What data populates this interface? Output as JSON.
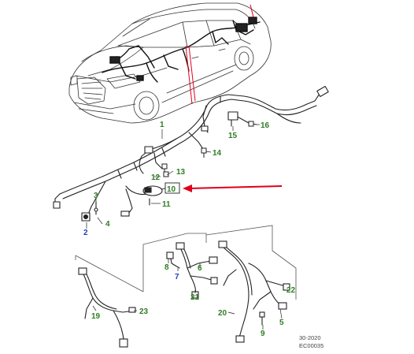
{
  "diagram": {
    "reference_code": "EC00035",
    "date_code": "30-2020",
    "highlighted_callout": "10",
    "colors": {
      "callout_green": "#2e7d22",
      "callout_blue": "#1f3fbf",
      "pointer_red": "#e0001a",
      "line": "#222222"
    },
    "callouts": [
      {
        "id": "c1",
        "label": "1",
        "color": "green"
      },
      {
        "id": "c2",
        "label": "2",
        "color": "blue"
      },
      {
        "id": "c3",
        "label": "3",
        "color": "green"
      },
      {
        "id": "c4",
        "label": "4",
        "color": "green"
      },
      {
        "id": "c5",
        "label": "5",
        "color": "green"
      },
      {
        "id": "c6",
        "label": "6",
        "color": "green"
      },
      {
        "id": "c7",
        "label": "7",
        "color": "blue"
      },
      {
        "id": "c8",
        "label": "8",
        "color": "green"
      },
      {
        "id": "c9",
        "label": "9",
        "color": "green"
      },
      {
        "id": "c10",
        "label": "10",
        "color": "green"
      },
      {
        "id": "c11",
        "label": "11",
        "color": "green"
      },
      {
        "id": "c12",
        "label": "12",
        "color": "green"
      },
      {
        "id": "c13",
        "label": "13",
        "color": "green"
      },
      {
        "id": "c14",
        "label": "14",
        "color": "green"
      },
      {
        "id": "c15",
        "label": "15",
        "color": "green"
      },
      {
        "id": "c16",
        "label": "16",
        "color": "green"
      },
      {
        "id": "c19",
        "label": "19",
        "color": "green"
      },
      {
        "id": "c20",
        "label": "20",
        "color": "green"
      },
      {
        "id": "c21",
        "label": "21",
        "color": "green"
      },
      {
        "id": "c22",
        "label": "22",
        "color": "green"
      },
      {
        "id": "c23",
        "label": "23",
        "color": "green"
      }
    ]
  }
}
